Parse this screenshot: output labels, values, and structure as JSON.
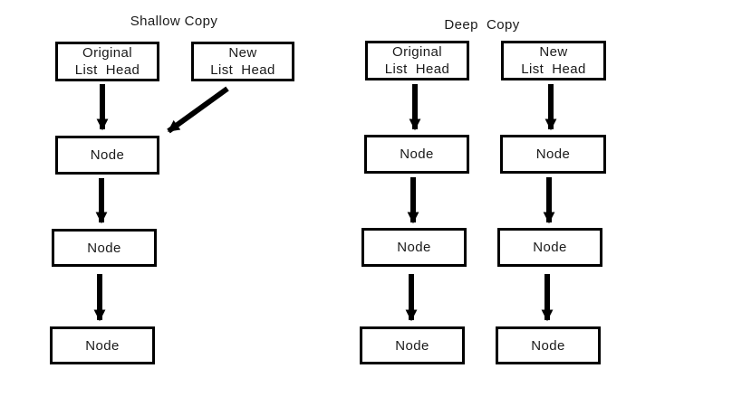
{
  "diagram": {
    "background": "#ffffff",
    "stroke_color": "#000000",
    "text_color": "#1a1a1a",
    "shallow": {
      "title": "Shallow Copy",
      "original_head_label": "Original\nList  Head",
      "new_head_label": "New\nList  Head",
      "nodes": [
        "Node",
        "Node",
        "Node"
      ]
    },
    "deep": {
      "title": "Deep  Copy",
      "original_head_label": "Original\nList  Head",
      "new_head_label": "New\nList  Head",
      "original_nodes": [
        "Node",
        "Node",
        "Node"
      ],
      "new_nodes": [
        "Node",
        "Node",
        "Node"
      ]
    }
  }
}
